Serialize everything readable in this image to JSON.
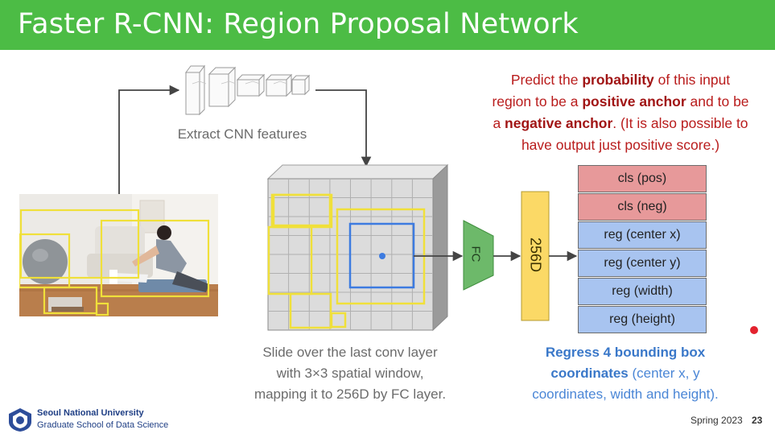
{
  "slide": {
    "title": "Faster R-CNN: Region Proposal Network",
    "page_number": "23",
    "term": "Spring 2023",
    "university": "Seoul National University",
    "school": "Graduate School of Data Science"
  },
  "labels": {
    "extract": "Extract CNN features",
    "fc": "FC",
    "dim": "256D"
  },
  "top_note": {
    "l1a": "Predict the ",
    "l1b": "probability",
    "l1c": " of this input",
    "l2a": "region to be a ",
    "l2b": "positive anchor",
    "l2c": " and to be",
    "l3a": "a ",
    "l3b": "negative anchor",
    "l3c": ". (It is also possible to",
    "l4": "have output just positive score.)"
  },
  "outputs": [
    "cls (pos)",
    "cls (neg)",
    "reg (center x)",
    "reg (center y)",
    "reg (width)",
    "reg (height)"
  ],
  "slide_caption": {
    "l1": "Slide over the last conv layer",
    "l2": "with 3×3 spatial window,",
    "l3": "mapping it to 256D by FC layer."
  },
  "regress_note": {
    "l1": "Regress 4 bounding box",
    "l2a": "coordinates",
    "l2b": " (center x, y",
    "l3": "coordinates, width and height)."
  },
  "colors": {
    "title_bar": "#4cbc45",
    "fc_block": "#6db96a",
    "dim_block": "#fbd966",
    "cls": "#e7999a",
    "reg": "#a8c4f0",
    "window": "#f0e03a",
    "anchor_window": "#3d7be0",
    "accent_red": "#b91c1c",
    "accent_blue": "#4a86d6"
  },
  "icons": [
    "university-emblem-icon",
    "laser-pointer-dot-icon"
  ]
}
